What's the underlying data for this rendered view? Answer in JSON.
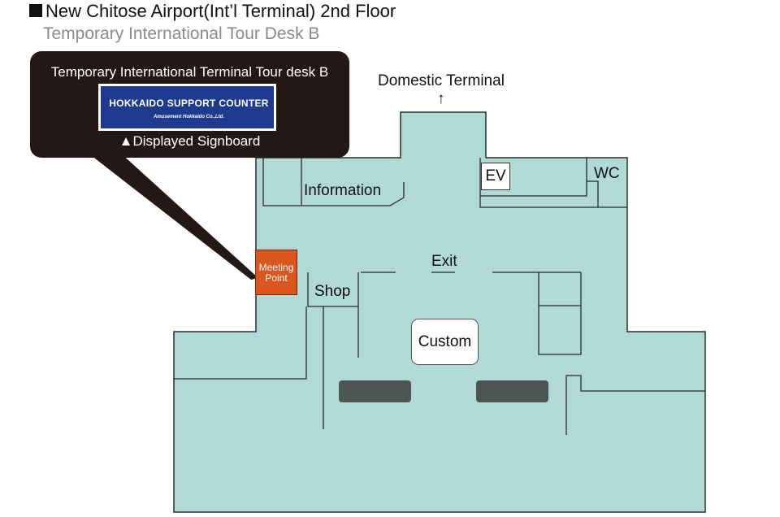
{
  "header": {
    "title": "New Chitose Airport(Int’l Terminal) 2nd Floor",
    "subtitle": "Temporary International Tour Desk B"
  },
  "callout": {
    "title": "Temporary International Terminal Tour desk B",
    "signboard": {
      "line1": "HOKKAIDO  SUPPORT  COUNTER",
      "line2": "Amusement Hokkaido Co.,Ltd."
    },
    "caption": "▲Displayed Signboard"
  },
  "map": {
    "direction_label": "Domestic Terminal",
    "direction_arrow": "↑",
    "labels": {
      "information": "Information",
      "ev": "EV",
      "wc": "WC",
      "exit": "Exit",
      "shop": "Shop",
      "custom": "Custom",
      "meeting_point": "Meeting Point"
    },
    "colors": {
      "floor": "#b1d9d6",
      "wall": "#2a2a2a",
      "meeting_point": "#d9561f",
      "callout": "#231816",
      "signboard": "#1e3b8f",
      "counter": "#4d5452"
    }
  }
}
